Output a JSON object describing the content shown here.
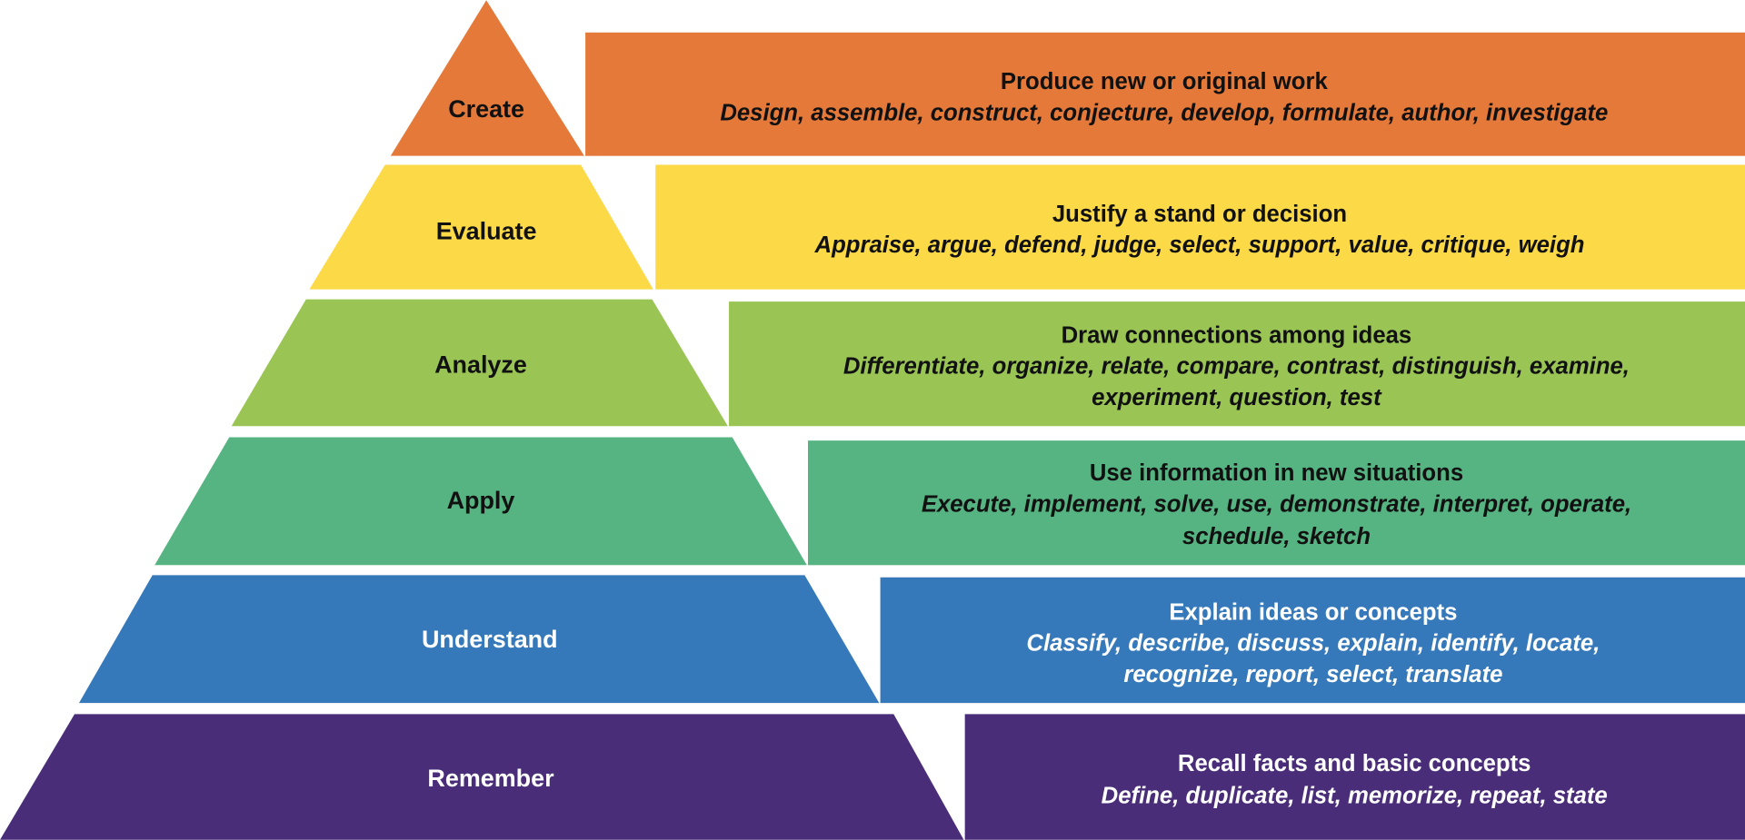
{
  "title": "Bloom's Taxonomy pyramid",
  "levels": [
    {
      "name": "Create",
      "color": "#E4793A",
      "text_color": "#111111",
      "heading": "Produce new or original work",
      "verbs": [
        "Design, assemble, construct, conjecture, develop, formulate, author, investigate"
      ]
    },
    {
      "name": "Evaluate",
      "color": "#FBD947",
      "text_color": "#111111",
      "heading": "Justify a stand or decision",
      "verbs": [
        "Appraise, argue, defend, judge, select, support, value, critique, weigh"
      ]
    },
    {
      "name": "Analyze",
      "color": "#9AC555",
      "text_color": "#111111",
      "heading": "Draw connections among ideas",
      "verbs": [
        "Differentiate, organize, relate, compare, contrast, distinguish, examine,",
        "experiment, question, test"
      ]
    },
    {
      "name": "Apply",
      "color": "#55B482",
      "text_color": "#111111",
      "heading": "Use information in new situations",
      "verbs": [
        "Execute, implement, solve, use, demonstrate, interpret, operate,",
        "schedule, sketch"
      ]
    },
    {
      "name": "Understand",
      "color": "#3679BA",
      "text_color": "#FFFFFF",
      "heading": "Explain ideas or concepts",
      "verbs": [
        "Classify, describe, discuss, explain, identify, locate,",
        "recognize, report, select, translate"
      ]
    },
    {
      "name": "Remember",
      "color": "#4A2D78",
      "text_color": "#FFFFFF",
      "heading": "Recall facts and basic concepts",
      "verbs": [
        "Define, duplicate, list, memorize, repeat, state"
      ]
    }
  ]
}
